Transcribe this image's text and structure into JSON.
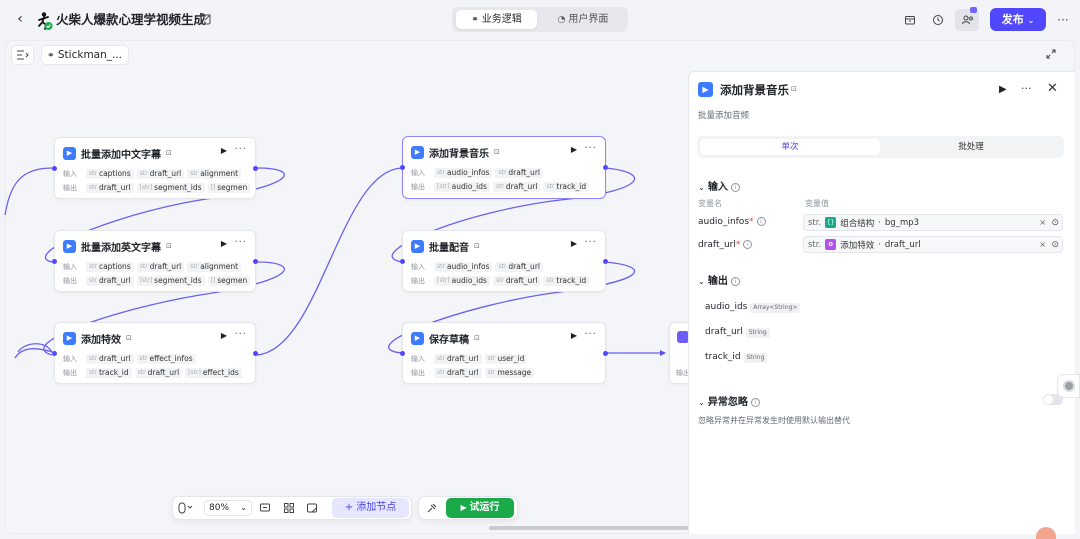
{
  "header": {
    "title": "火柴人爆款心理学视频生成",
    "tabs": [
      {
        "label": "业务逻辑",
        "active": true
      },
      {
        "label": "用户界面",
        "active": false
      }
    ],
    "publish_label": "发布",
    "publish_color": "#5147ff"
  },
  "canvas": {
    "breadcrumb": "Stickman_...",
    "zoom": "80%",
    "add_node_label": "添加节点",
    "run_label": "试运行",
    "run_color": "#1aaa47"
  },
  "labels": {
    "input": "输入",
    "output": "输出"
  },
  "nodes": [
    {
      "title": "批量添加中文字幕",
      "inputs": [
        {
          "t": "str",
          "n": "captions"
        },
        {
          "t": "str",
          "n": "draft_url"
        },
        {
          "t": "str",
          "n": "alignment"
        }
      ],
      "outputs": [
        {
          "t": "str",
          "n": "draft_url"
        },
        {
          "t": "[str]",
          "n": "segment_ids"
        },
        {
          "t": "[]",
          "n": "segmen"
        }
      ]
    },
    {
      "title": "批量添加英文字幕",
      "inputs": [
        {
          "t": "str",
          "n": "captions"
        },
        {
          "t": "str",
          "n": "draft_url"
        },
        {
          "t": "str",
          "n": "alignment"
        }
      ],
      "outputs": [
        {
          "t": "str",
          "n": "draft_url"
        },
        {
          "t": "[str]",
          "n": "segment_ids"
        },
        {
          "t": "[]",
          "n": "segmen"
        }
      ]
    },
    {
      "title": "添加特效",
      "inputs": [
        {
          "t": "str",
          "n": "draft_url"
        },
        {
          "t": "str",
          "n": "effect_infos"
        }
      ],
      "outputs": [
        {
          "t": "str",
          "n": "track_id"
        },
        {
          "t": "str",
          "n": "draft_url"
        },
        {
          "t": "[str]",
          "n": "effect_ids"
        }
      ]
    },
    {
      "title": "添加背景音乐",
      "inputs": [
        {
          "t": "str",
          "n": "audio_infos"
        },
        {
          "t": "str",
          "n": "draft_url"
        }
      ],
      "outputs": [
        {
          "t": "[str]",
          "n": "audio_ids"
        },
        {
          "t": "str",
          "n": "draft_url"
        },
        {
          "t": "str",
          "n": "track_id"
        }
      ]
    },
    {
      "title": "批量配音",
      "inputs": [
        {
          "t": "str",
          "n": "audio_infos"
        },
        {
          "t": "str",
          "n": "draft_url"
        }
      ],
      "outputs": [
        {
          "t": "[str]",
          "n": "audio_ids"
        },
        {
          "t": "str",
          "n": "draft_url"
        },
        {
          "t": "str",
          "n": "track_id"
        }
      ]
    },
    {
      "title": "保存草稿",
      "inputs": [
        {
          "t": "str",
          "n": "draft_url"
        },
        {
          "t": "str",
          "n": "user_id"
        }
      ],
      "outputs": [
        {
          "t": "str",
          "n": "draft_url"
        },
        {
          "t": "str",
          "n": "message"
        }
      ]
    }
  ],
  "panel": {
    "title": "添加背景音乐",
    "subtitle": "批量添加音频",
    "tab_single": "单次",
    "tab_batch": "批处理",
    "input_section": "输入",
    "col_var_name": "变量名",
    "col_var_value": "变量值",
    "input_rows": [
      {
        "name": "audio_infos",
        "type": "str.",
        "source": "组合结构",
        "value": "bg_mp3",
        "source_color": "#1aa88a"
      },
      {
        "name": "draft_url",
        "type": "str.",
        "source": "添加特效",
        "value": "draft_url",
        "source_color": "#b054e8"
      }
    ],
    "output_section": "输出",
    "outputs": [
      {
        "name": "audio_ids",
        "type": "Array<String>"
      },
      {
        "name": "draft_url",
        "type": "String"
      },
      {
        "name": "track_id",
        "type": "String"
      }
    ],
    "exception_section": "异常忽略",
    "exception_desc": "忽略异常并在异常发生时使用默认输出替代"
  }
}
